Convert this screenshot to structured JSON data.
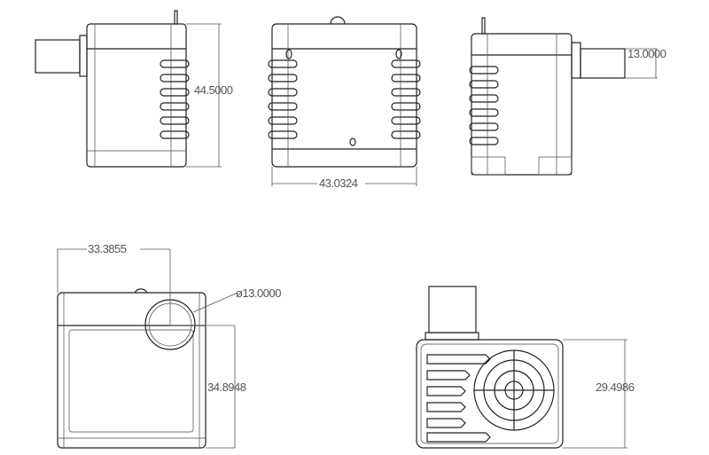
{
  "dimensions": {
    "side_height": "44.5000",
    "front_width": "43.0324",
    "nozzle_diameter_side": "13.0000",
    "nozzle_offset": "33.3855",
    "nozzle_diameter": "ø13.0000",
    "top_depth": "34.8948",
    "bottom_depth": "29.4986"
  },
  "colors": {
    "line": "#222222",
    "background": "#ffffff"
  }
}
